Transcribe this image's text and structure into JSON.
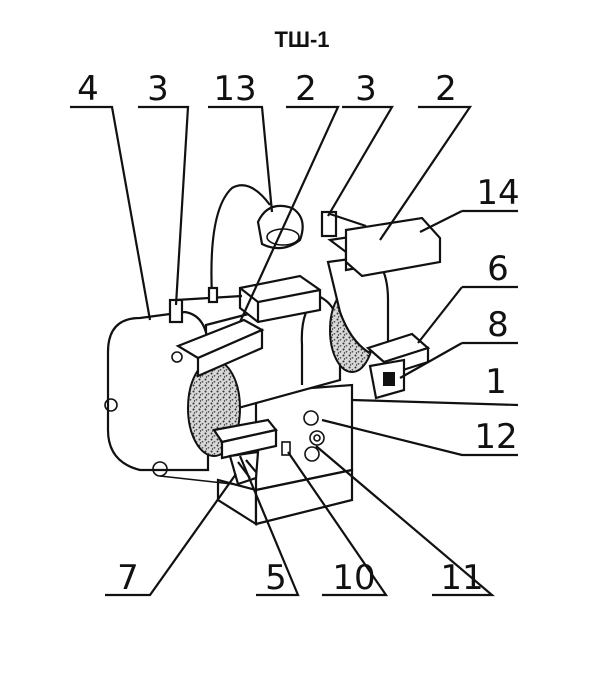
{
  "title": "ТШ-1",
  "labels": {
    "l1": "1",
    "l2a": "2",
    "l2b": "2",
    "l3a": "3",
    "l3b": "3",
    "l4": "4",
    "l5": "5",
    "l6": "6",
    "l7": "7",
    "l8": "8",
    "l10": "10",
    "l11": "11",
    "l12": "12",
    "l13": "13",
    "l14": "14"
  }
}
